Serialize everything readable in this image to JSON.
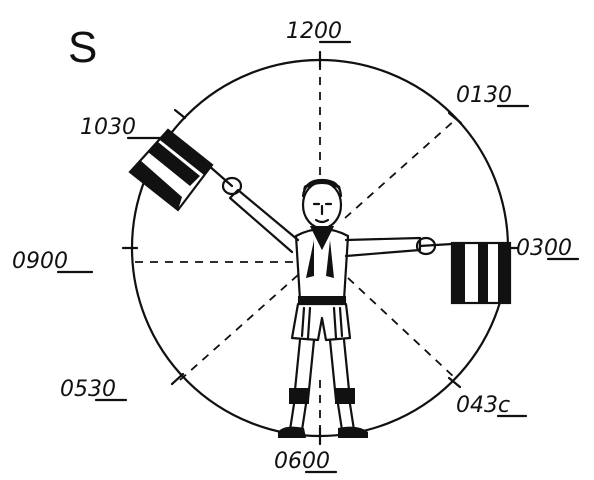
{
  "diagram": {
    "letter": "S",
    "clock_labels": {
      "top": "1200",
      "top_right": "0130",
      "right": "0300",
      "bottom_right": "043c",
      "bottom": "0600",
      "bottom_left": "0530",
      "left": "0900",
      "top_left": "1030"
    }
  }
}
